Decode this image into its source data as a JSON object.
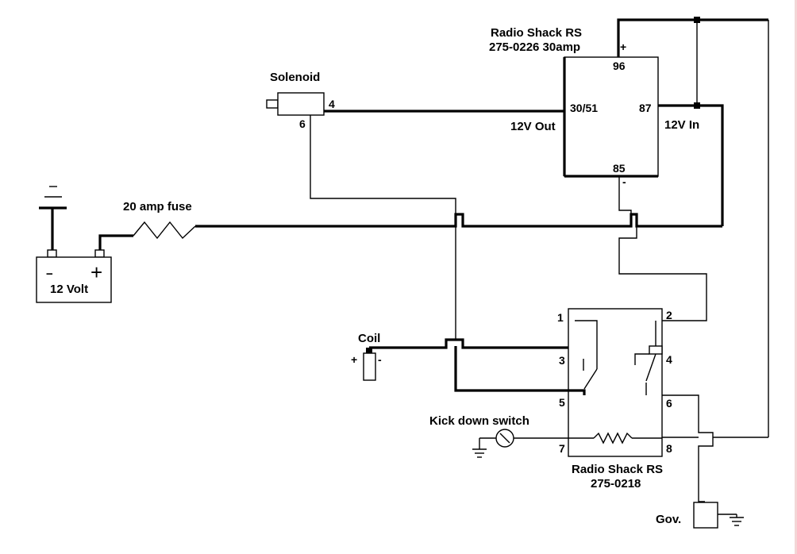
{
  "relay_30amp": {
    "label_line1": "Radio Shack RS",
    "label_line2": "275-0226 30amp",
    "pin_96": "96",
    "pin_30_51": "30/51",
    "pin_87": "87",
    "pin_85": "85",
    "plus": "+",
    "minus": "-"
  },
  "relay_275_0218": {
    "label_line1": "Radio Shack RS",
    "label_line2": "275-0218",
    "pins": [
      "1",
      "2",
      "3",
      "4",
      "5",
      "6",
      "7",
      "8"
    ]
  },
  "solenoid": {
    "label": "Solenoid",
    "pin_4": "4",
    "pin_6": "6"
  },
  "labels": {
    "out_12v": "12V Out",
    "in_12v": "12V In",
    "fuse": "20 amp fuse",
    "battery": "12 Volt",
    "battery_minus": "−",
    "battery_plus": "+",
    "coil": "Coil",
    "coil_plus": "+",
    "coil_minus": "-",
    "kick_down": "Kick down switch",
    "governor": "Gov."
  }
}
